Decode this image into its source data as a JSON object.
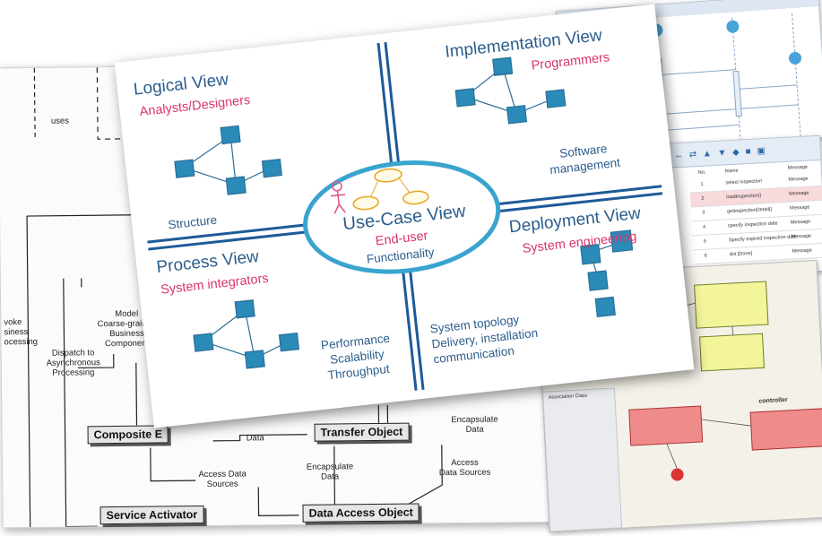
{
  "views": {
    "logical": {
      "title": "Logical View",
      "stakeholder": "Analysts/Designers",
      "concern": "Structure"
    },
    "implementation": {
      "title": "Implementation View",
      "stakeholder": "Programmers",
      "concern_lines": [
        "Software",
        "management"
      ]
    },
    "process": {
      "title": "Process View",
      "stakeholder": "System integrators",
      "concern_lines": [
        "Performance",
        "Scalability",
        "Throughput"
      ]
    },
    "deployment": {
      "title": "Deployment View",
      "stakeholder": "System engineering",
      "concern_lines": [
        "System topology",
        "Delivery, installation",
        "communication"
      ]
    },
    "use_case": {
      "title": "Use-Case View",
      "stakeholder": "End-user",
      "concern": "Functionality"
    }
  },
  "colors": {
    "view_title": "#2c5d8d",
    "stakeholder": "#d8346a",
    "divider": "#1e5a99",
    "component": "#2a8ab8"
  },
  "background_diagram": {
    "boxes": {
      "composite": "Composite E",
      "transfer": "Transfer Object",
      "service_activator": "Service Activator",
      "dao": "Data Access Object"
    },
    "labels": {
      "uses": "uses",
      "model_lines": [
        "Model",
        "Coarse-grained",
        "Business",
        "Component"
      ],
      "invoke_lines": [
        "voke",
        "siness",
        "ocessing"
      ],
      "dispatch_lines": [
        "Dispatch to",
        "Asynchronous",
        "Processing"
      ],
      "data1": "Data",
      "encapsulate1_lines": [
        "Encapsulate",
        "Data"
      ],
      "access1_lines": [
        "Access Data",
        "Sources"
      ],
      "encapsulate2_lines": [
        "Encapsulate",
        "Data"
      ],
      "access2_lines": [
        "Access",
        "Data Sources"
      ]
    }
  },
  "screenshots": {
    "table_rows": [
      [
        "1",
        "select inspection",
        "Message"
      ],
      [
        "2",
        "loadInspection()",
        "Message"
      ],
      [
        "3",
        "getInspectionDetail()",
        "Message"
      ],
      [
        "4",
        "specify inspection date",
        "Message"
      ],
      [
        "5",
        "Specify expired inspection date",
        "Message"
      ],
      [
        "6",
        "dot [Done]",
        "Message"
      ]
    ],
    "table_headers": [
      "No.",
      "Name",
      "Message"
    ],
    "class_labels": {
      "controller": "controller",
      "side_header": "Association Class"
    }
  }
}
